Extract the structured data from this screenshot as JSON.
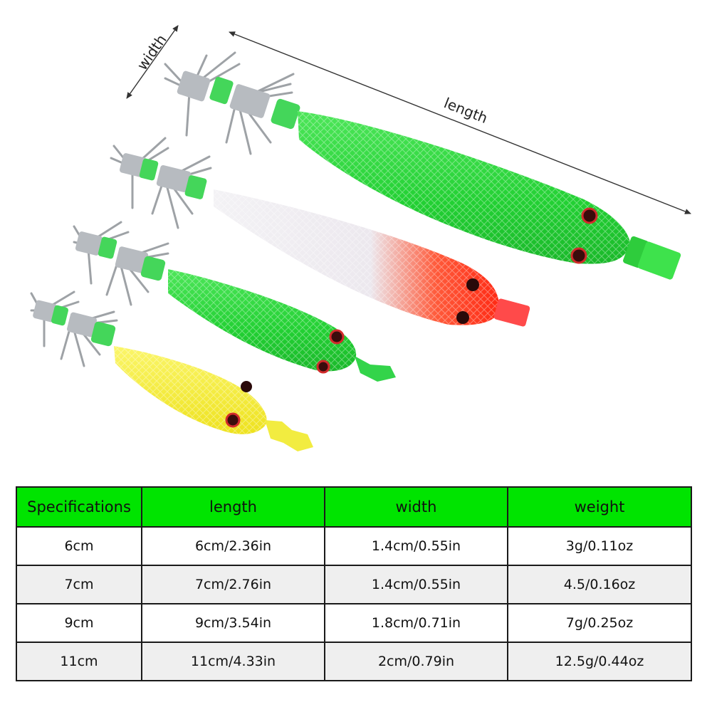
{
  "annotations": {
    "width_label": "width",
    "length_label": "length"
  },
  "colors": {
    "header_bg": "#00e400",
    "lure_green": "#2fd63a",
    "lure_white": "#efeef0",
    "lure_red": "#ff3a1e",
    "lure_yellow": "#f4ee30",
    "hook_silver": "#b9bcc0",
    "collar_green": "#44d65a"
  },
  "table": {
    "headers": [
      "Specifications",
      "length",
      "width",
      "weight"
    ],
    "rows": [
      [
        "6cm",
        "6cm/2.36in",
        "1.4cm/0.55in",
        "3g/0.11oz"
      ],
      [
        "7cm",
        "7cm/2.76in",
        "1.4cm/0.55in",
        "4.5/0.16oz"
      ],
      [
        "9cm",
        "9cm/3.54in",
        "1.8cm/0.71in",
        "7g/0.25oz"
      ],
      [
        "11cm",
        "11cm/4.33in",
        "2cm/0.79in",
        "12.5g/0.44oz"
      ]
    ]
  }
}
